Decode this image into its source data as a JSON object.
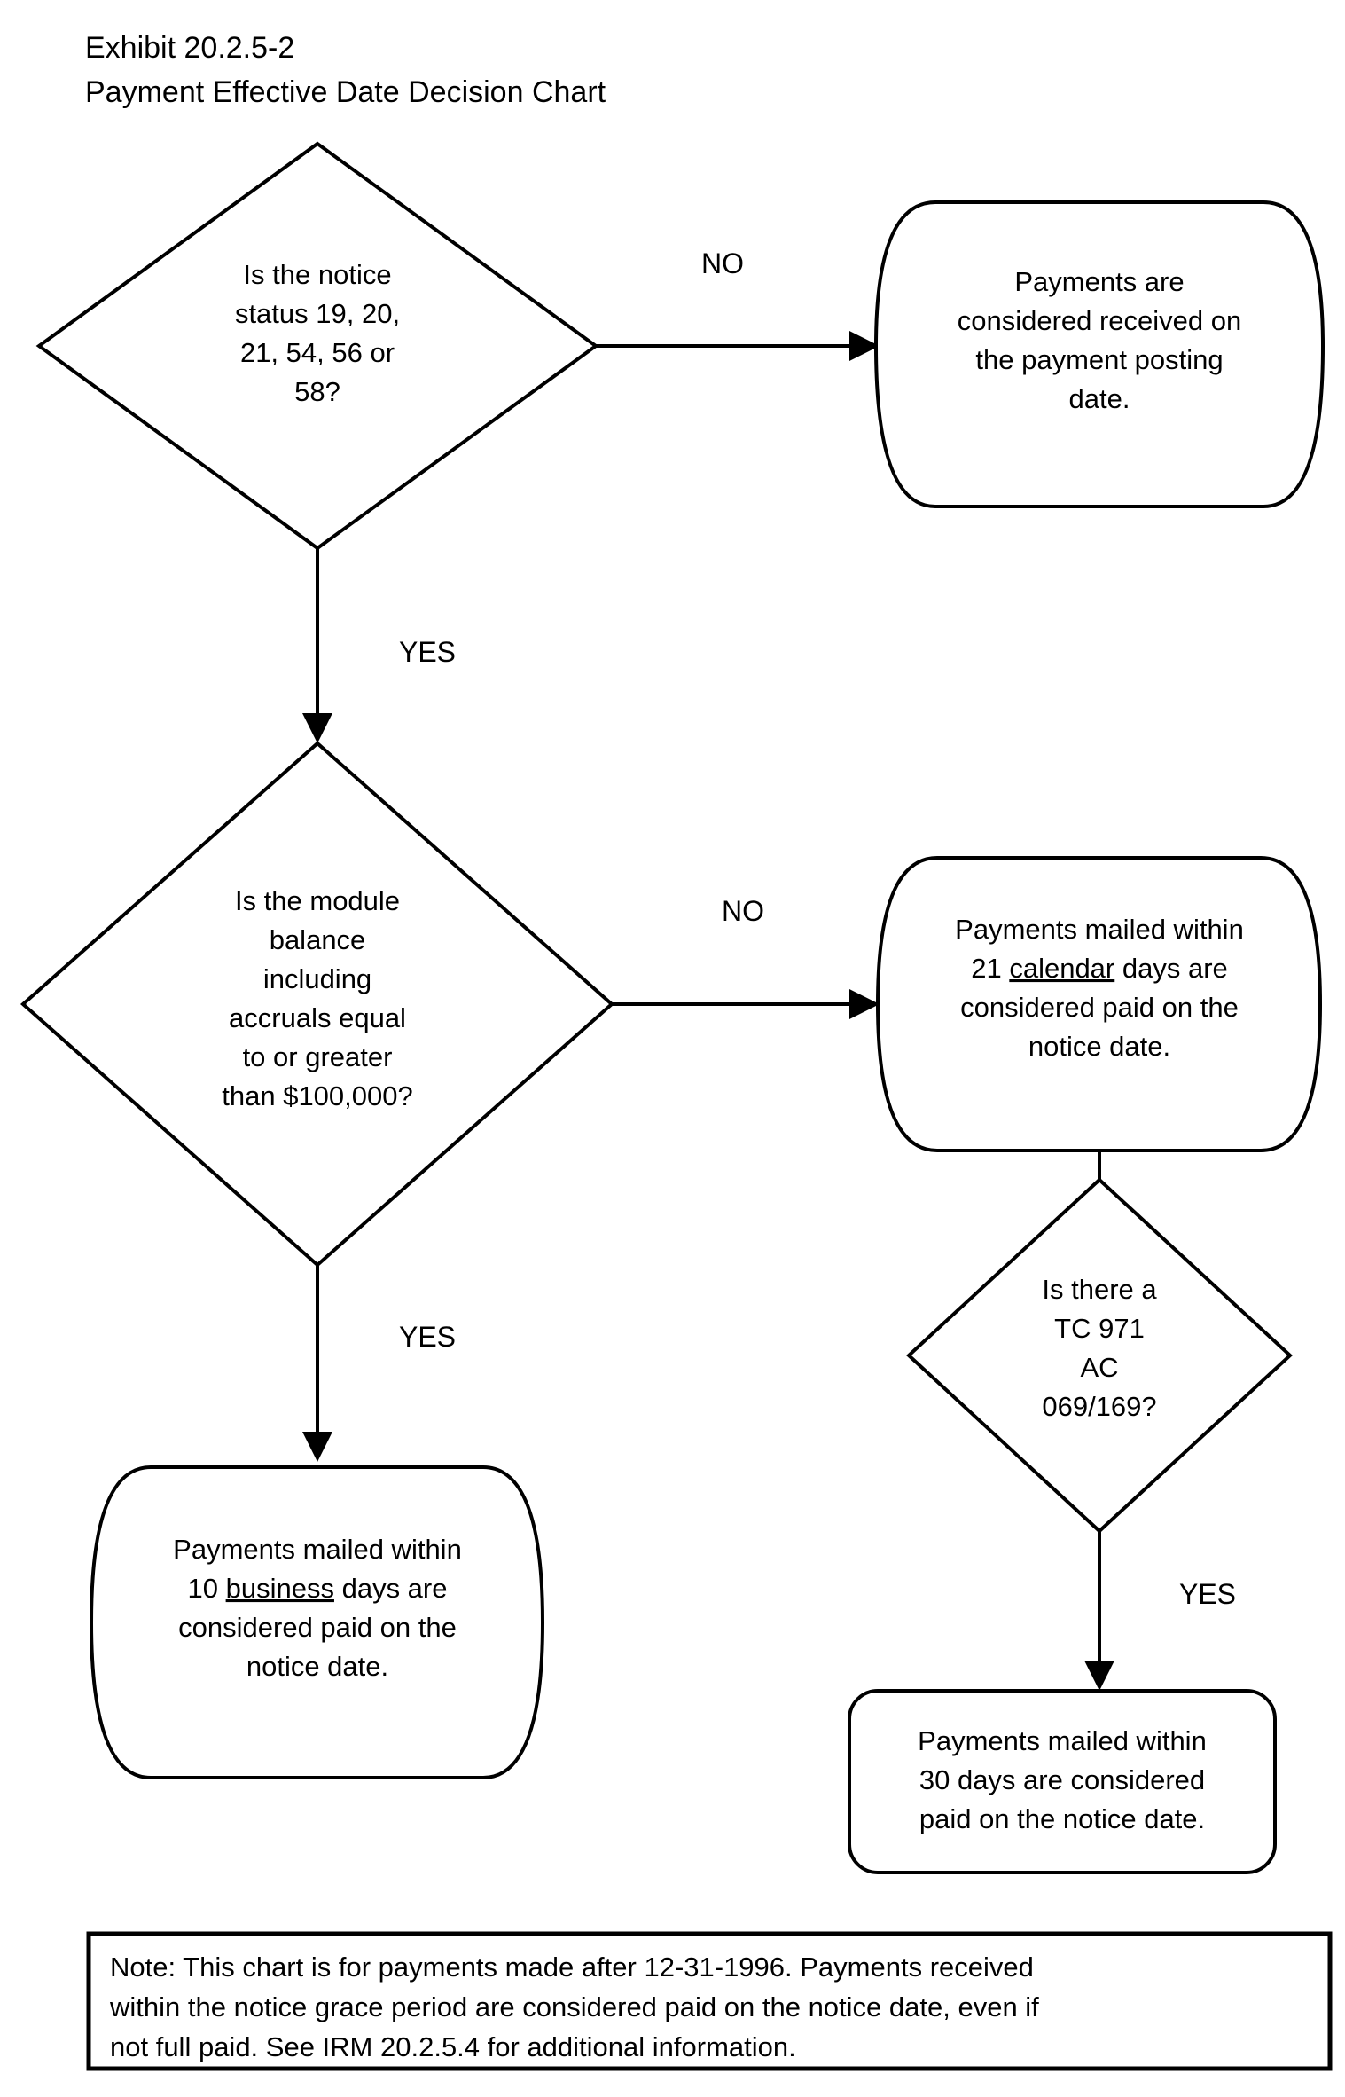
{
  "header": {
    "exhibit_id": "Exhibit 20.2.5-2",
    "title": "Payment Effective Date Decision Chart"
  },
  "chart_data": {
    "type": "diagram",
    "diagram_kind": "decision-flowchart",
    "title": "Payment Effective Date Decision Chart",
    "nodes": [
      {
        "id": "d1",
        "shape": "diamond",
        "role": "decision",
        "lines": [
          "Is the notice",
          "status 19, 20,",
          "21, 54, 56 or",
          "58?"
        ],
        "text": "Is the notice status 19, 20, 21, 54, 56 or 58?"
      },
      {
        "id": "p1",
        "shape": "rounded-terminator",
        "role": "outcome",
        "lines": [
          "Payments are",
          "considered received on",
          "the payment posting",
          "date."
        ],
        "text": "Payments are considered received on the payment posting date."
      },
      {
        "id": "d2",
        "shape": "diamond",
        "role": "decision",
        "lines": [
          "Is the module",
          "balance",
          "including",
          "accruals equal",
          "to or greater",
          "than $100,000?"
        ],
        "text": "Is the module balance including accruals equal to or greater than $100,000?"
      },
      {
        "id": "p2",
        "shape": "rounded-terminator",
        "role": "outcome",
        "lines": [
          "Payments mailed within",
          "21 calendar days are",
          "considered paid on the",
          "notice date."
        ],
        "underlined_word": "calendar",
        "text": "Payments mailed within 21 calendar days are considered paid on the notice date."
      },
      {
        "id": "d3",
        "shape": "diamond",
        "role": "decision",
        "lines": [
          "Is there a",
          "TC 971",
          "AC",
          "069/169?"
        ],
        "text": "Is there a TC 971 AC 069/169?"
      },
      {
        "id": "p3",
        "shape": "rounded-terminator",
        "role": "outcome",
        "lines": [
          "Payments mailed within",
          "10 business days are",
          "considered paid on the",
          "notice date."
        ],
        "underlined_word": "business",
        "text": "Payments mailed within 10 business days are considered paid on the notice date."
      },
      {
        "id": "p4",
        "shape": "rounded-rect",
        "role": "outcome",
        "lines": [
          "Payments mailed within",
          "30 days are considered",
          "paid on the notice date."
        ],
        "text": "Payments mailed within 30 days are considered paid on the notice date."
      }
    ],
    "edges": [
      {
        "from": "d1",
        "to": "p1",
        "label": "NO",
        "direction": "right"
      },
      {
        "from": "d1",
        "to": "d2",
        "label": "YES",
        "direction": "down"
      },
      {
        "from": "d2",
        "to": "p2",
        "label": "NO",
        "direction": "right"
      },
      {
        "from": "d2",
        "to": "p3",
        "label": "YES",
        "direction": "down"
      },
      {
        "from": "p2",
        "to": "d3",
        "label": "",
        "direction": "down"
      },
      {
        "from": "d3",
        "to": "p4",
        "label": "YES",
        "direction": "down"
      }
    ]
  },
  "nodes": {
    "d1": {
      "l1": "Is the notice",
      "l2": "status 19, 20,",
      "l3": "21, 54, 56 or",
      "l4": "58?"
    },
    "p1": {
      "l1": "Payments are",
      "l2": "considered received on",
      "l3": "the payment posting",
      "l4": "date."
    },
    "d2": {
      "l1": "Is the module",
      "l2": "balance",
      "l3": "including",
      "l4": "accruals equal",
      "l5": "to or greater",
      "l6": "than $100,000?"
    },
    "p2": {
      "l1": "Payments mailed within",
      "l2a": "21 ",
      "l2b": "calendar",
      "l2c": " days are",
      "l3": "considered paid on the",
      "l4": "notice date."
    },
    "d3": {
      "l1": "Is there a",
      "l2": "TC 971",
      "l3": "AC",
      "l4": "069/169?"
    },
    "p3": {
      "l1": "Payments mailed within",
      "l2a": "10 ",
      "l2b": "business",
      "l2c": " days are",
      "l3": "considered paid on the",
      "l4": "notice date."
    },
    "p4": {
      "l1": "Payments mailed within",
      "l2": "30 days are considered",
      "l3": "paid on the notice date."
    }
  },
  "edge_labels": {
    "no_1": "NO",
    "yes_1": "YES",
    "no_2": "NO",
    "yes_2": "YES",
    "yes_3": "YES"
  },
  "note": {
    "l1": "Note: This chart is for payments made after 12-31-1996. Payments received",
    "l2": "within the notice grace period are considered paid on the notice date, even if",
    "l3": "not full paid. See IRM 20.2.5.4 for additional information.",
    "text": "Note: This chart is for payments made after 12-31-1996. Payments received within the notice grace period are considered paid on the notice date, even if not full paid. See IRM 20.2.5.4 for additional information."
  },
  "colors": {
    "stroke": "#000000",
    "fill": "#ffffff",
    "text": "#000000"
  }
}
